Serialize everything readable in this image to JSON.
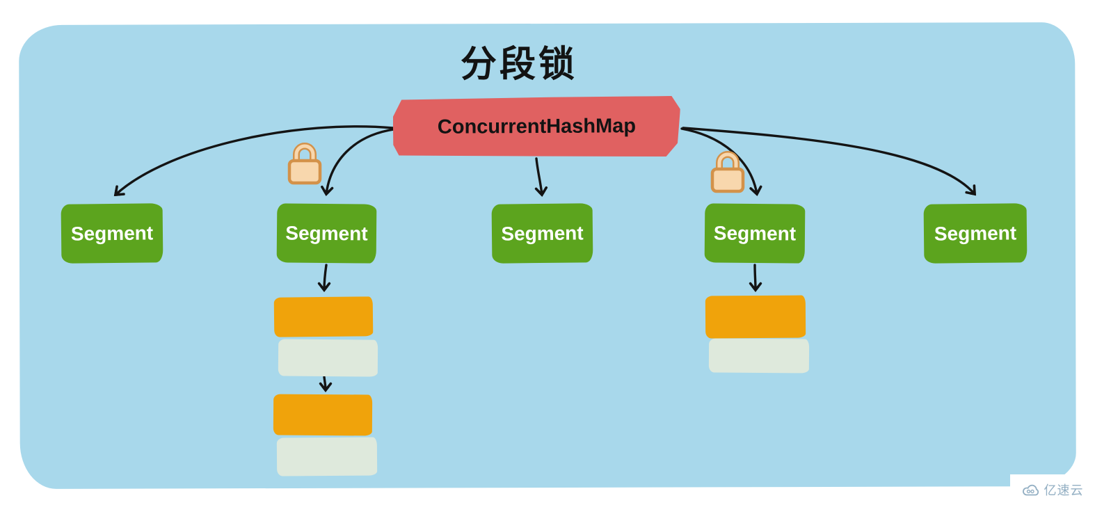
{
  "title": "分段锁",
  "diagram": {
    "root": {
      "label": "ConcurrentHashMap"
    },
    "segments": [
      {
        "label": "Segment"
      },
      {
        "label": "Segment"
      },
      {
        "label": "Segment"
      },
      {
        "label": "Segment"
      },
      {
        "label": "Segment"
      }
    ],
    "locks": [
      {
        "icon": "padlock-icon",
        "attached_to_segment_index": 1
      },
      {
        "icon": "padlock-icon",
        "attached_to_segment_index": 3
      }
    ],
    "entry_chains": [
      {
        "under_segment_index": 1,
        "nodes": [
          "filled",
          "empty",
          "filled",
          "empty"
        ]
      },
      {
        "under_segment_index": 3,
        "nodes": [
          "filled",
          "empty"
        ]
      }
    ],
    "colors": {
      "board_background": "#a8d8eb",
      "root_box": "#e06161",
      "segment_box": "#5ca41e",
      "entry_filled": "#f0a30b",
      "entry_empty": "#dee9dc",
      "lock_fill": "#f8d7ad",
      "lock_outline": "#d3924a",
      "arrow": "#141414",
      "title_text": "#131313",
      "segment_text": "#ffffff"
    }
  },
  "watermark": {
    "logo": "cloud-icon",
    "text": "亿速云",
    "color": "#93afc3"
  }
}
